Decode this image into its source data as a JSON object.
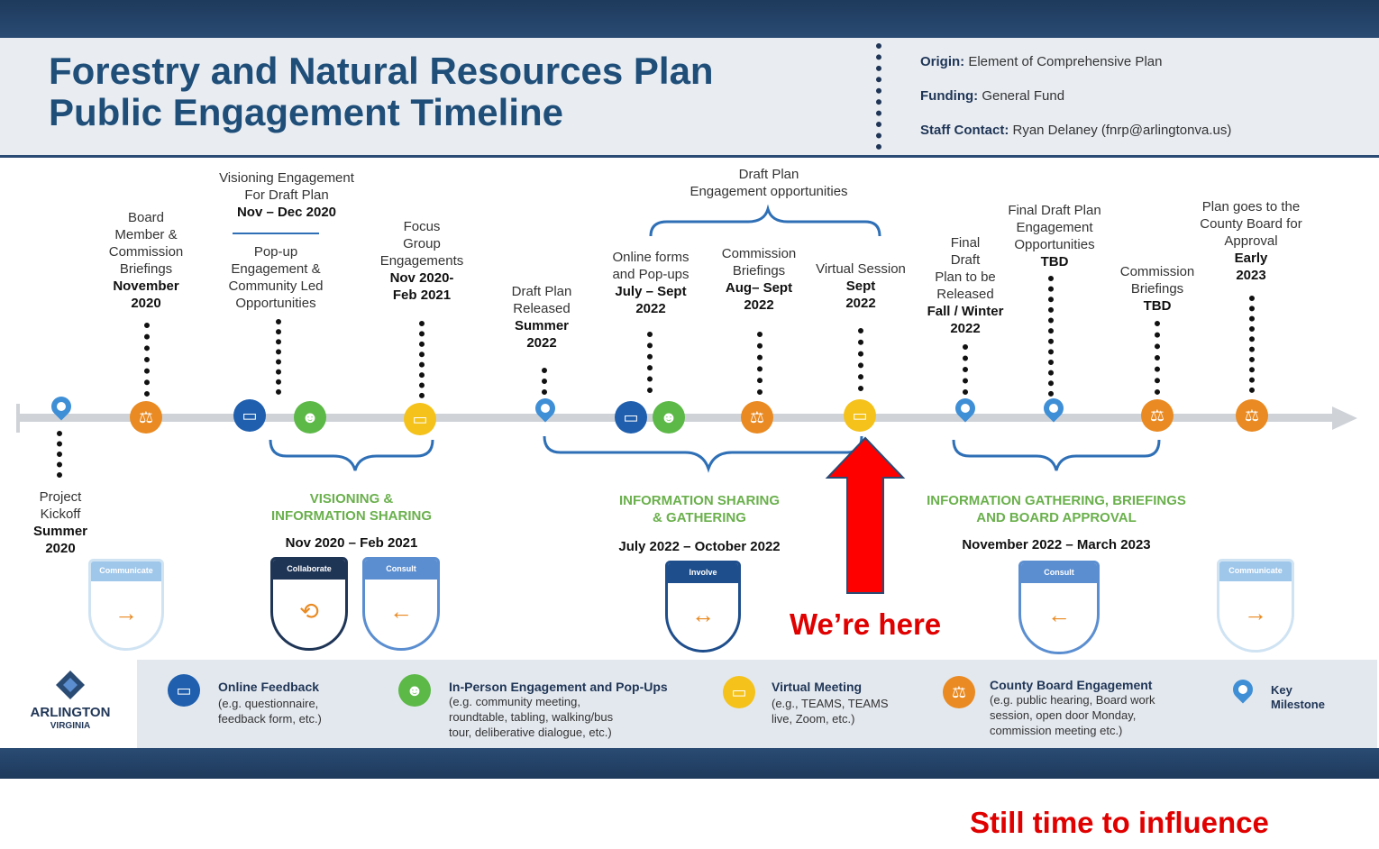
{
  "header": {
    "title_line1": "Forestry and Natural Resources Plan",
    "title_line2": "Public Engagement Timeline",
    "origin_label": "Origin:",
    "origin_value": "Element of Comprehensive Plan",
    "funding_label": "Funding:",
    "funding_value": "General Fund",
    "contact_label": "Staff Contact:",
    "contact_value": "Ryan Delaney (fnrp@arlingtonva.us)"
  },
  "milestones": {
    "board_briefings": {
      "l1": "Board",
      "l2": "Member &",
      "l3": "Commission",
      "l4": "Briefings",
      "date1": "November",
      "date2": "2020"
    },
    "visioning": {
      "l1": "Visioning Engagement",
      "l2": "For Draft Plan",
      "date": "Nov – Dec 2020",
      "s1": "Pop-up",
      "s2": "Engagement &",
      "s3": "Community Led",
      "s4": "Opportunities"
    },
    "focus_group": {
      "l1": "Focus",
      "l2": "Group",
      "l3": "Engagements",
      "date1": "Nov 2020-",
      "date2": "Feb 2021"
    },
    "draft_released": {
      "l1": "Draft Plan",
      "l2": "Released",
      "date1": "Summer",
      "date2": "2022"
    },
    "draft_opps": {
      "l1": "Draft Plan",
      "l2": "Engagement opportunities"
    },
    "online_forms": {
      "l1": "Online forms",
      "l2": "and Pop-ups",
      "date1": "July – Sept",
      "date2": "2022"
    },
    "comm_briefings_2022": {
      "l1": "Commission",
      "l2": "Briefings",
      "date1": "Aug– Sept",
      "date2": "2022"
    },
    "virtual_session": {
      "l1": "Virtual Session",
      "date1": "Sept",
      "date2": "2022"
    },
    "final_draft": {
      "l1": "Final",
      "l2": "Draft",
      "l3": "Plan to be",
      "l4": "Released",
      "date1": "Fall / Winter",
      "date2": "2022"
    },
    "final_opps": {
      "l1": "Final Draft Plan",
      "l2": "Engagement",
      "l3": "Opportunities",
      "date": "TBD"
    },
    "comm_briefings_tbd": {
      "l1": "Commission",
      "l2": "Briefings",
      "date": "TBD"
    },
    "county_board": {
      "l1": "Plan goes to the",
      "l2": "County Board for",
      "l3": "Approval",
      "date1": "Early",
      "date2": "2023"
    },
    "kickoff": {
      "l1": "Project",
      "l2": "Kickoff",
      "date1": "Summer",
      "date2": "2020"
    }
  },
  "phases": {
    "p1": {
      "l1": "VISIONING &",
      "l2": "INFORMATION SHARING",
      "date": "Nov 2020 – Feb 2021"
    },
    "p2": {
      "l1": "INFORMATION SHARING",
      "l2": "& GATHERING",
      "date": "July 2022 – October 2022"
    },
    "p3": {
      "l1": "INFORMATION GATHERING, BRIEFINGS",
      "l2": "AND BOARD APPROVAL",
      "date": "November 2022 – March 2023"
    }
  },
  "shields": {
    "communicate": "Communicate",
    "collaborate": "Collaborate",
    "consult": "Consult",
    "involve": "Involve"
  },
  "annotations": {
    "here": "We’re here",
    "influence": "Still time to influence"
  },
  "legend": {
    "logo1": "ARLINGTON",
    "logo2": "VIRGINIA",
    "online_title": "Online Feedback",
    "online_desc1": "(e.g. questionnaire,",
    "online_desc2": "feedback form, etc.)",
    "inperson_title": "In-Person Engagement and Pop-Ups",
    "inperson_desc1": "(e.g. community meeting,",
    "inperson_desc2": "roundtable, tabling, walking/bus",
    "inperson_desc3": "tour, deliberative dialogue, etc.)",
    "virtual_title": "Virtual Meeting",
    "virtual_desc1": "(e.g., TEAMS, TEAMS",
    "virtual_desc2": "live, Zoom, etc.)",
    "county_title": "County Board Engagement",
    "county_desc1": "(e.g. public hearing, Board work",
    "county_desc2": "session, open door Monday,",
    "county_desc3": "commission meeting etc.)",
    "key_title1": "Key",
    "key_title2": "Milestone"
  },
  "colors": {
    "navy": "#1f3556",
    "title_blue": "#1f4e79",
    "green": "#6ab04c",
    "orange": "#e98a22",
    "yellow": "#f4c21b",
    "pin_blue": "#3f8fd6",
    "red": "#e00000"
  }
}
